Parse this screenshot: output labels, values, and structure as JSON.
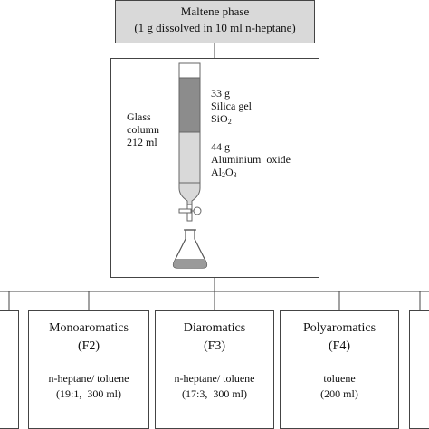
{
  "header": {
    "title": "Maltene phase",
    "subtitle": "(1 g dissolved in 10 ml n-heptane)"
  },
  "column": {
    "label_line1": "Glass",
    "label_line2": "column",
    "label_line3": "212 ml",
    "silica_mass": "33 g",
    "silica_name": "Silica gel",
    "silica_formula": "SiO",
    "silica_formula_sub": "2",
    "alumina_mass": "44 g",
    "alumina_name": "Aluminium  oxide",
    "alumina_formula_a": "Al",
    "alumina_formula_sub1": "2",
    "alumina_formula_b": "O",
    "alumina_formula_sub2": "3",
    "colors": {
      "silica_fill": "#8c8c8c",
      "alumina_fill": "#d9d9d9",
      "header_fill": "#d9d9d9"
    }
  },
  "fractions": [
    {
      "title": "Monoaromatics",
      "code": "(F2)",
      "solvent": "n-heptane/ toluene",
      "conditions": "(19:1,  300 ml)"
    },
    {
      "title": "Diaromatics",
      "code": "(F3)",
      "solvent": "n-heptane/ toluene",
      "conditions": "(17:3,  300 ml)"
    },
    {
      "title": "Polyaromatics",
      "code": "(F4)",
      "solvent": "toluene",
      "conditions": "(200 ml)"
    }
  ]
}
